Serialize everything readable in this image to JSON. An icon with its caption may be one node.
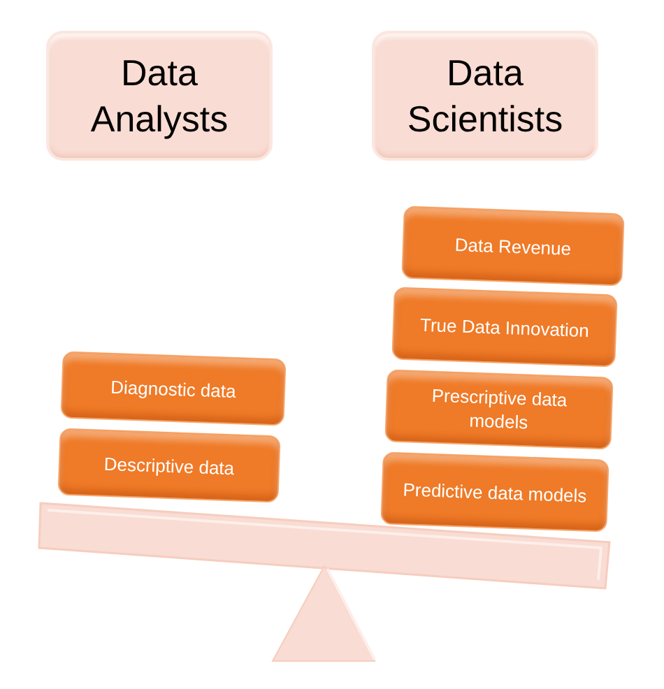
{
  "diagram": {
    "nodes": [
      {
        "text": [
          "Data Analysts"
        ]
      },
      {
        "text": [
          "Data Scientists"
        ]
      },
      {
        "text": [
          "Diagnostic data"
        ]
      },
      {
        "text": [
          "Descriptive data"
        ]
      },
      {
        "text": [
          "Data Revenue"
        ]
      },
      {
        "text": [
          "True Data Innovation"
        ]
      },
      {
        "text": [
          "Prescriptive data models"
        ]
      },
      {
        "text": [
          "Predictive data models"
        ]
      }
    ]
  }
}
